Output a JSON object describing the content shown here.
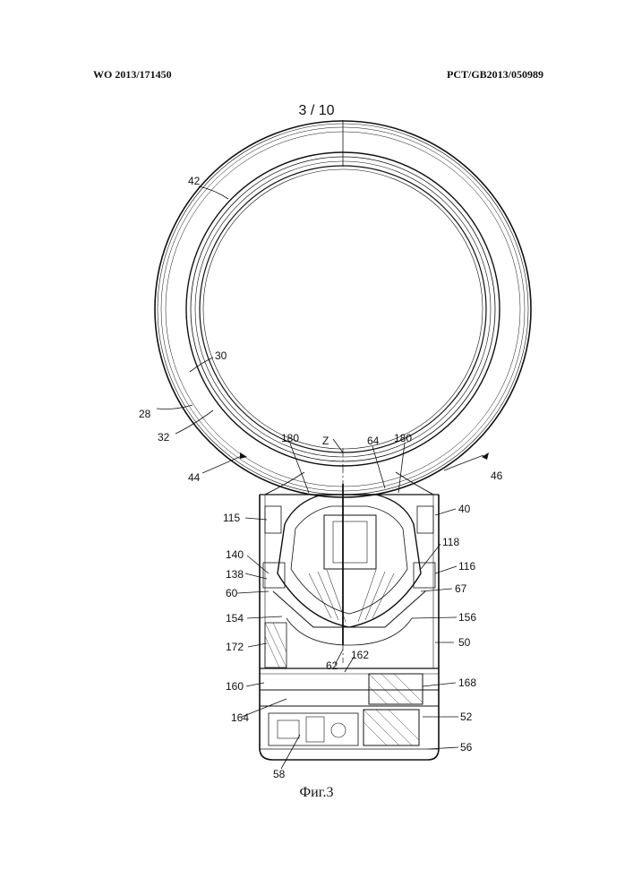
{
  "header": {
    "publication_number": "WO 2013/171450",
    "application_number": "PCT/GB2013/050989"
  },
  "page_number": "3 / 10",
  "caption": "Фиг.3",
  "labels": {
    "l42": "42",
    "l30": "30",
    "l28": "28",
    "l32": "32",
    "l180a": "180",
    "lZ": "Z",
    "l64": "64",
    "l180b": "180",
    "l44": "44",
    "l46": "46",
    "l115": "115",
    "l40": "40",
    "l118": "118",
    "l140": "140",
    "l116": "116",
    "l138": "138",
    "l60": "60",
    "l67": "67",
    "l154": "154",
    "l156": "156",
    "l172": "172",
    "l50": "50",
    "l62": "62",
    "l162": "162",
    "l160": "160",
    "l168": "168",
    "l164": "164",
    "l52": "52",
    "l56": "56",
    "l58": "58"
  }
}
